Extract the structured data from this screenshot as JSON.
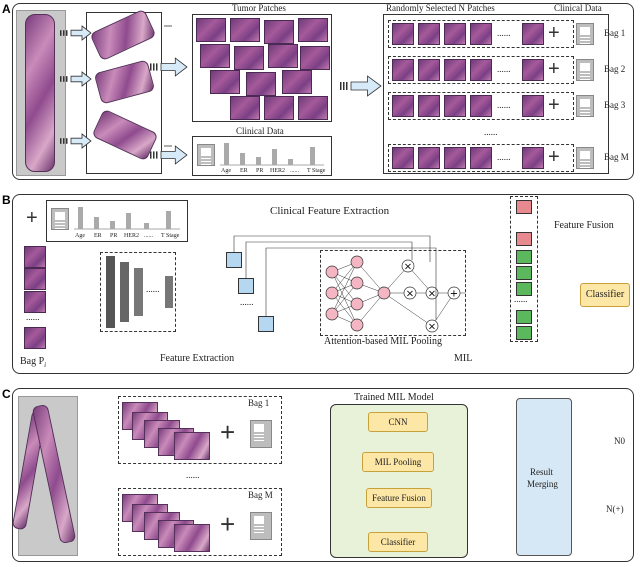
{
  "panel_a": {
    "label": "A",
    "tumor_patches_title": "Tumor Patches",
    "clinical_data_title": "Clinical Data",
    "random_title": "Randomly Selected N Patches",
    "clinical_header": "Clinical Data",
    "bags": [
      "Bag 1",
      "Bag 2",
      "Bag 3",
      "Bag M"
    ],
    "dots": "......",
    "chart_labels": [
      "Age",
      "ER",
      "PR",
      "HER2",
      "......",
      "T Stage"
    ]
  },
  "panel_b": {
    "label": "B",
    "clinical_feature_extraction": "Clinical Feature Extraction",
    "feature_fusion": "Feature Fusion",
    "classifier": "Classifier",
    "attention_pool": "Attention-based MIL Pooling",
    "feature_extraction": "Feature Extraction",
    "mil": "MIL",
    "bag_pi": "Bag P",
    "bag_pi_sub": "i",
    "chart_labels": [
      "Age",
      "ER",
      "PR",
      "HER2",
      "......",
      "T Stage"
    ],
    "dots": "......"
  },
  "panel_c": {
    "label": "C",
    "trained_model": "Trained MIL Model",
    "cnn": "CNN",
    "mil_pooling": "MIL Pooling",
    "feature_fusion": "Feature Fusion",
    "classifier": "Classifier",
    "result_merging_1": "Result",
    "result_merging_2": "Merging",
    "n0": "N0",
    "n_plus": "N(+)",
    "bag1": "Bag 1",
    "bagm": "Bag M",
    "dots": "......"
  },
  "colors": {
    "arrow_fill": "#d6eaf8",
    "box_yellow": "#fde7a6",
    "model_green": "#e8f2d8",
    "node_pink": "#f4b6c2",
    "feature_green": "#5cb85c",
    "feature_pink": "#e8888f",
    "result_blue": "#d6e8f5"
  }
}
